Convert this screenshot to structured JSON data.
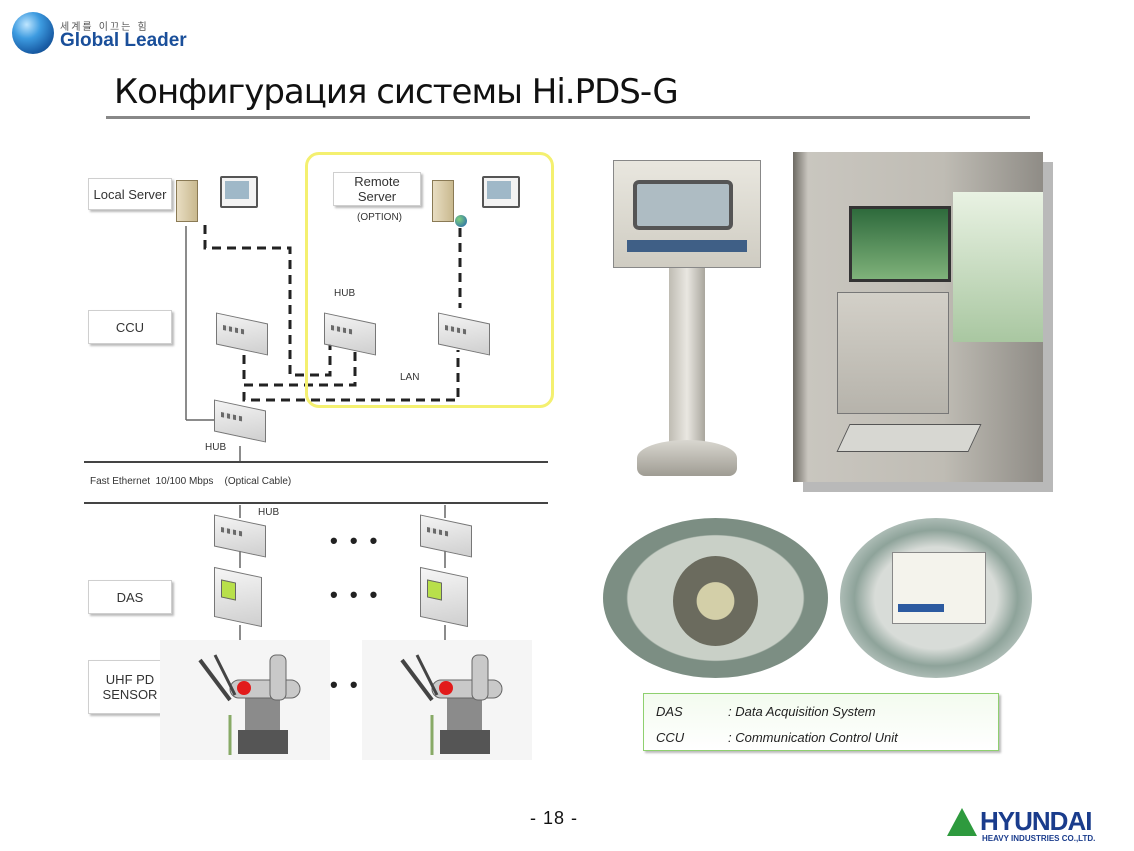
{
  "header": {
    "logo_tagline": "세계를 이끄는 힘",
    "logo_name": "Global Leader",
    "title": "Конфигурация системы Hi.PDS-G"
  },
  "diagram": {
    "labels": {
      "local_server": "Local Server",
      "remote_server": "Remote Server",
      "option": "(OPTION)",
      "ccu": "CCU",
      "das": "DAS",
      "uhf_pd_sensor": "UHF PD\nSENSOR",
      "hub_top": "HUB",
      "lan": "LAN",
      "hub_mid": "HUB",
      "fast_ethernet": "Fast Ethernet  10/100 Mbps    (Optical Cable)",
      "hub_bottom": "HUB"
    },
    "ellipsis": "• • •"
  },
  "legend": {
    "rows": [
      {
        "abbr": "DAS",
        "desc": ": Data Acquisition System"
      },
      {
        "abbr": "CCU",
        "desc": ": Communication Control Unit"
      }
    ]
  },
  "footer": {
    "page_number": "- 18 -",
    "brand": "HYUNDAI",
    "brand_sub": "HEAVY INDUSTRIES CO.,LTD."
  },
  "colors": {
    "remote_highlight": "#f4f070",
    "brand_blue": "#1a3c8c",
    "brand_green": "#2e9a3e",
    "legend_border": "#8fd06f"
  }
}
